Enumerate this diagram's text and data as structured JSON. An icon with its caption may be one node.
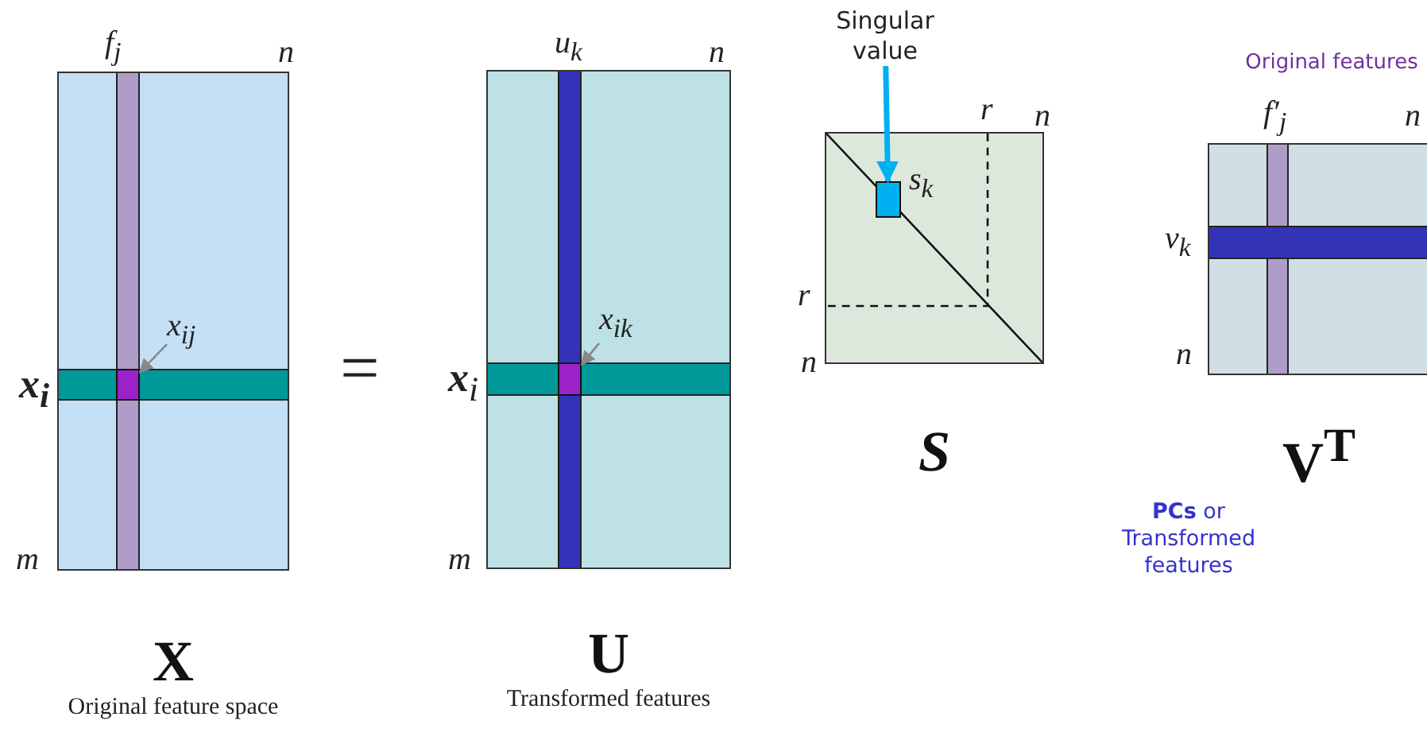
{
  "diagram": {
    "nodes": [
      {
        "text": [
          "X",
          "Original feature space"
        ]
      },
      {
        "text": [],
        "shape": "box",
        "in": 0
      },
      {
        "text": [
          "x$_{ij}$"
        ],
        "in": 0
      },
      {
        "text": [
          "U",
          "Transformed features"
        ]
      },
      {
        "text": [],
        "shape": "box",
        "in": 3
      },
      {
        "text": [
          "x$_{ik}$"
        ],
        "in": 3
      },
      {
        "text": [
          "Singular value"
        ]
      },
      {
        "text": [
          "S"
        ]
      },
      {
        "text": [],
        "shape": "box",
        "in": 7
      },
      {
        "text": [
          "V$^{T}$"
        ]
      }
    ],
    "edges": [
      {
        "from": 2,
        "to": 1,
        "arrow": "to"
      },
      {
        "from": 5,
        "to": 4,
        "arrow": "to"
      },
      {
        "from": 6,
        "to": 8,
        "arrow": "to",
        "style": "thick",
        "color": "#00b0f0"
      }
    ],
    "labels": [
      "f$_{j}$",
      "n",
      "x$_{i}$",
      "m",
      "=",
      "u$_{k}$",
      "n",
      "**x**$_{i}$",
      "m",
      "s$_{k}$",
      "r",
      "n",
      "r",
      "n",
      "Original features",
      "f′$_{j}$",
      "n",
      "v$_{k}$",
      "n",
      "**PCs** or Transformed features"
    ]
  }
}
